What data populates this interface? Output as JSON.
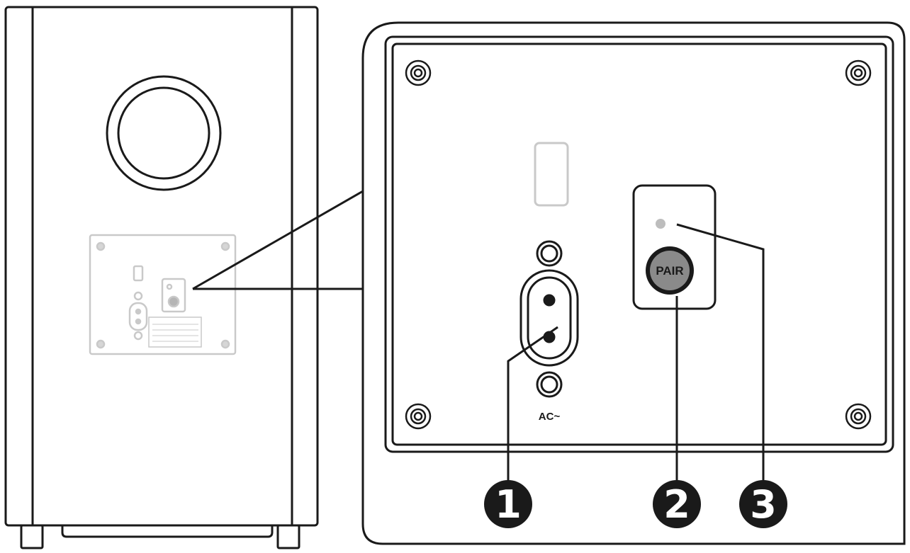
{
  "panel": {
    "ac_label": "AC~",
    "pair_label": "PAIR"
  },
  "callouts": [
    {
      "number": "1"
    },
    {
      "number": "2"
    },
    {
      "number": "3"
    }
  ],
  "colors": {
    "outline": "#1a1a1a",
    "faded": "#c9c9c9",
    "button": "#8a8a8a",
    "led": "#bdbdbd",
    "callout_fill": "#1a1a1a",
    "callout_text": "#ffffff"
  }
}
